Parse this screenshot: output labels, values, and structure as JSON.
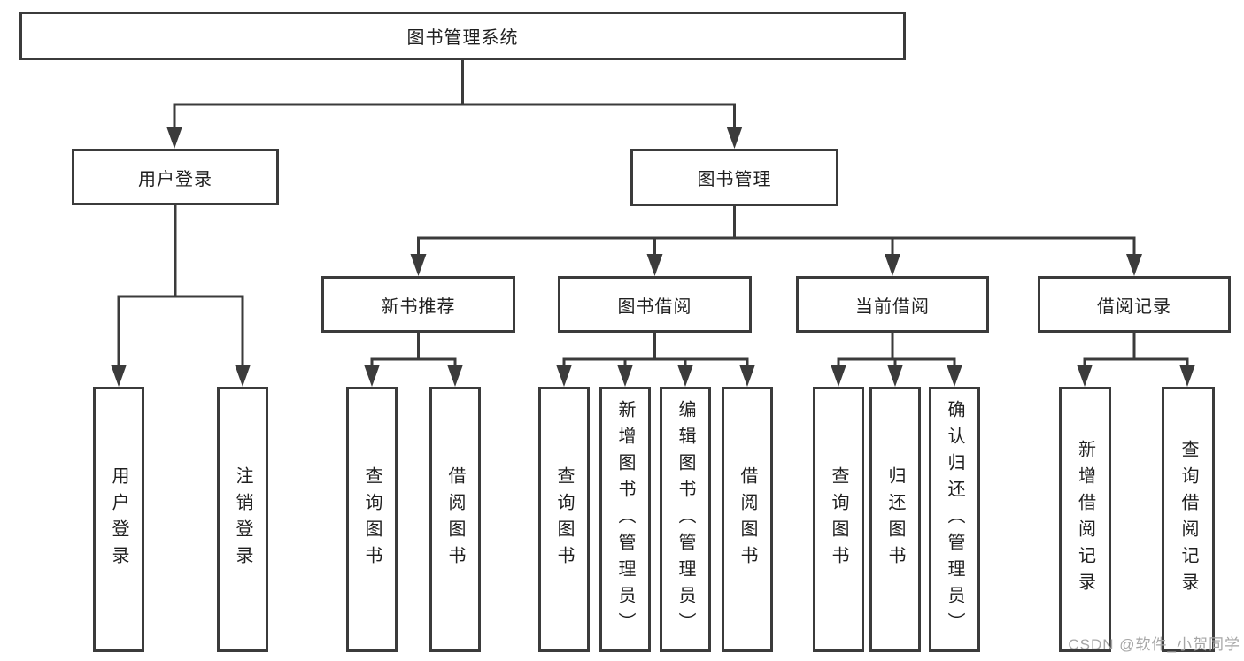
{
  "nodes": {
    "root": "图书管理系统",
    "user_login": "用户登录",
    "book_mgmt": "图书管理",
    "new_book_rec": "新书推荐",
    "book_borrow": "图书借阅",
    "current_borrow": "当前借阅",
    "borrow_records": "借阅记录",
    "ul_login": "用户登录",
    "ul_logout": "注销登录",
    "nbr_query": "查询图书",
    "nbr_borrow": "借阅图书",
    "bb_query": "查询图书",
    "bb_add": "新增图书（管理员）",
    "bb_edit": "编辑图书（管理员）",
    "bb_borrow": "借阅图书",
    "cb_query": "查询图书",
    "cb_return": "归还图书",
    "cb_confirm": "确认归还（管理员）",
    "br_add": "新增借阅记录",
    "br_query": "查询借阅记录"
  },
  "hierarchy": {
    "图书管理系统": {
      "用户登录": [
        "用户登录",
        "注销登录"
      ],
      "图书管理": {
        "新书推荐": [
          "查询图书",
          "借阅图书"
        ],
        "图书借阅": [
          "查询图书",
          "新增图书（管理员）",
          "编辑图书（管理员）",
          "借阅图书"
        ],
        "当前借阅": [
          "查询图书",
          "归还图书",
          "确认归还（管理员）"
        ],
        "借阅记录": [
          "新增借阅记录",
          "查询借阅记录"
        ]
      }
    }
  },
  "watermark": "CSDN @软件_小贺同学",
  "colors": {
    "line": "#3b3b3b",
    "text": "#1f1f1f",
    "background": "#ffffff",
    "watermark": "#a6a6a6"
  }
}
